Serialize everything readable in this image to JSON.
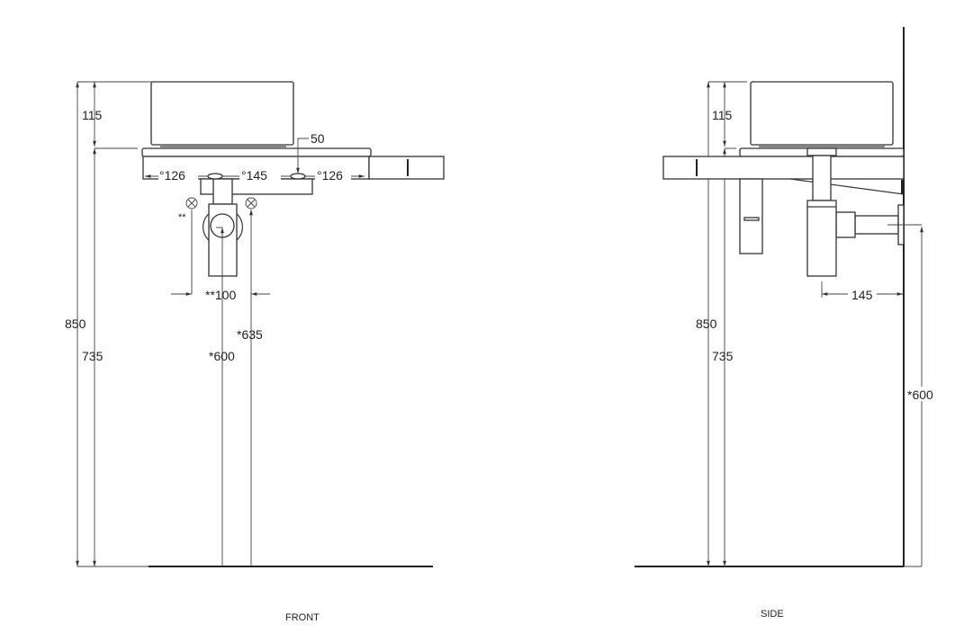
{
  "front": {
    "caption": "FRONT",
    "dims": {
      "total_height": "850",
      "counter_height": "735",
      "bowl_height": "115",
      "drain_offset": "50",
      "left_spacing": "°126",
      "center_spacing": "°145",
      "right_spacing": "°126",
      "supply_spacing": "**100",
      "supply_note": "**",
      "drain_height": "*600",
      "supply_height": "*635"
    }
  },
  "side": {
    "caption": "SIDE",
    "dims": {
      "total_height": "850",
      "counter_height": "735",
      "bowl_height": "115",
      "trap_distance": "145",
      "outlet_height": "*600"
    }
  }
}
